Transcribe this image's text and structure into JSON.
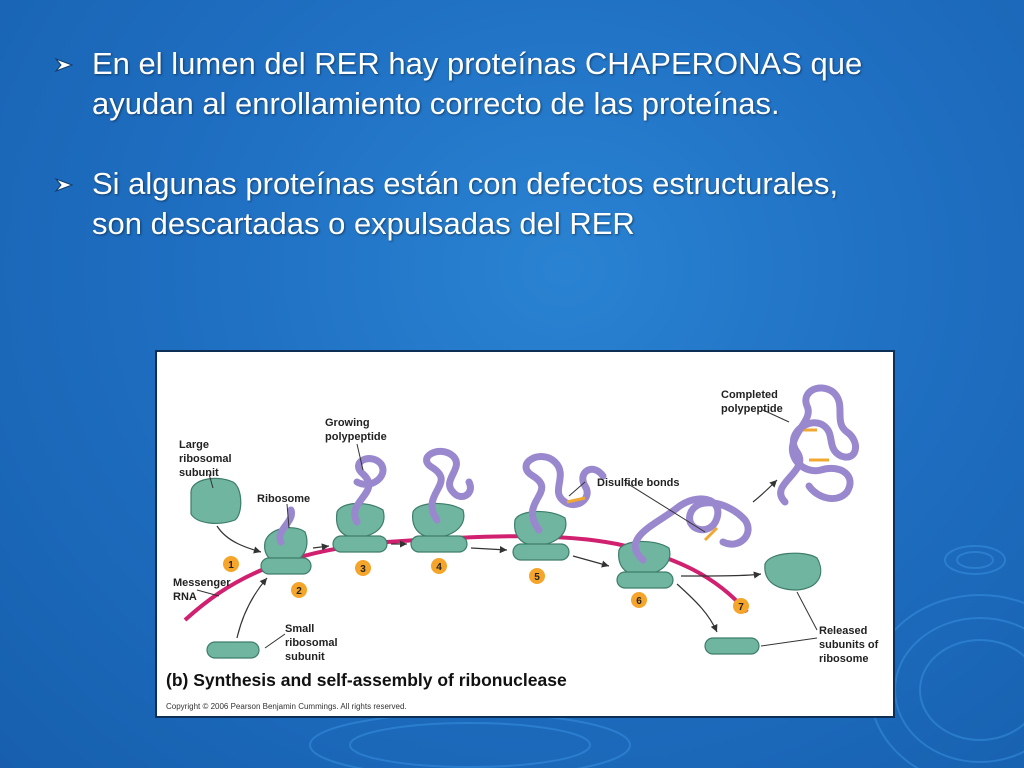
{
  "bullets": [
    {
      "line1": "En el lumen del RER hay proteínas CHAPERONAS que",
      "line2": "ayudan al enrollamiento correcto de las proteínas."
    },
    {
      "line1": "Si algunas proteínas están con defectos estructurales,",
      "line2": "son descartadas o expulsadas del RER"
    }
  ],
  "figure": {
    "caption": "(b) Synthesis and self-assembly of ribonuclease",
    "copyright": "Copyright © 2006 Pearson Benjamin Cummings. All rights reserved.",
    "labels": {
      "large_subunit": [
        "Large",
        "ribosomal",
        "subunit"
      ],
      "ribosome": "Ribosome",
      "growing_polypeptide": [
        "Growing",
        "polypeptide"
      ],
      "disulfide_bonds": "Disulfide bonds",
      "completed_polypeptide": [
        "Completed",
        "polypeptide"
      ],
      "messenger_rna": [
        "Messenger",
        "RNA"
      ],
      "small_subunit": [
        "Small",
        "ribosomal",
        "subunit"
      ],
      "released_subunits": [
        "Released",
        "subunits of",
        "ribosome"
      ]
    },
    "steps": [
      "1",
      "2",
      "3",
      "4",
      "5",
      "6",
      "7"
    ],
    "colors": {
      "ribosome": "#6fb5a0",
      "mrna": "#d0206f",
      "polypeptide": "#9a88cf",
      "disulfide": "#f0a830",
      "step_marker": "#f4a52a"
    }
  }
}
